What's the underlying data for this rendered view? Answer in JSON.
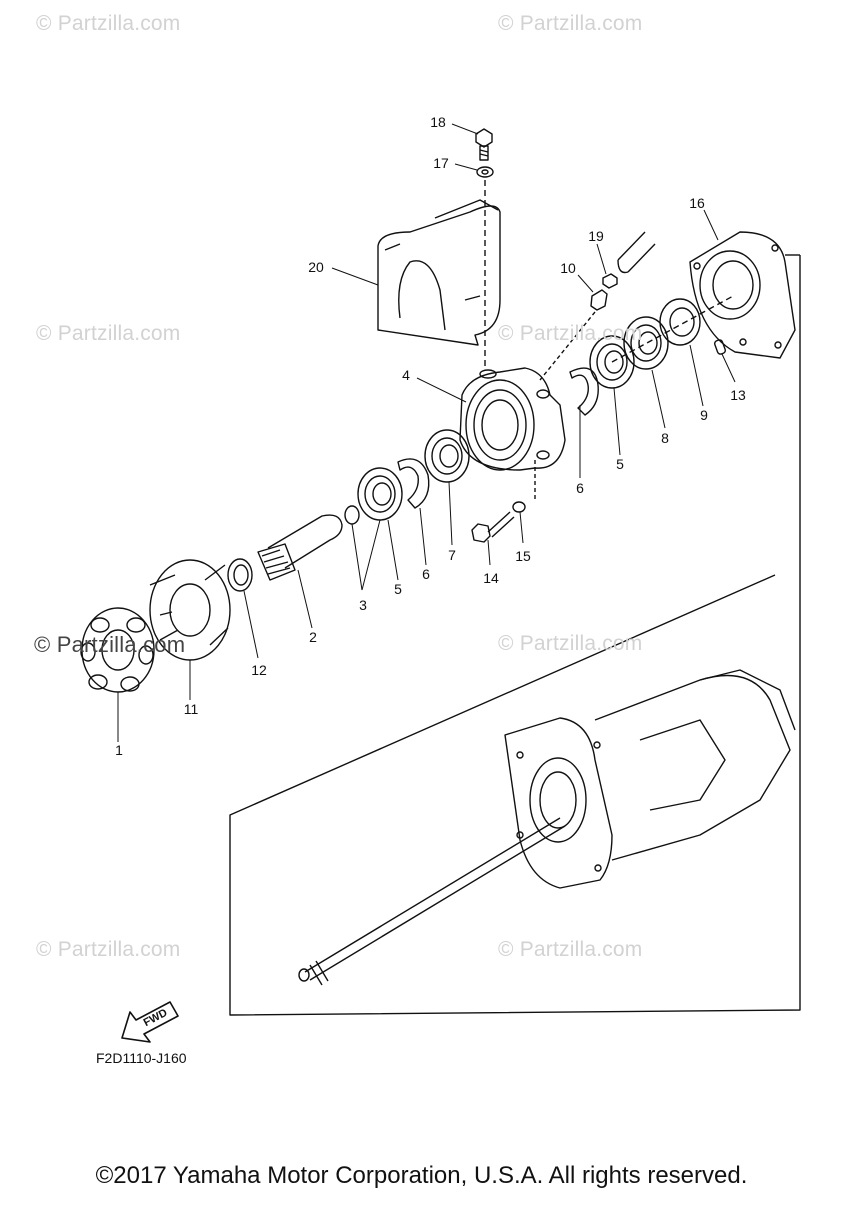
{
  "watermarks": [
    "© Partzilla.com",
    "© Partzilla.com",
    "© Partzilla.com",
    "© Partzilla.com",
    "© Partzilla.com",
    "© Partzilla.com",
    "© Partzilla.com",
    "© Partzilla.com"
  ],
  "watermark_strong": "© Partzilla.com",
  "callouts": [
    "18",
    "17",
    "16",
    "19",
    "20",
    "10",
    "4",
    "13",
    "9",
    "8",
    "5",
    "6",
    "7",
    "15",
    "14",
    "5",
    "6",
    "3",
    "2",
    "12",
    "11",
    "1"
  ],
  "fwd_label": "FWD",
  "diagram_code": "F2D1110-J160",
  "copyright": "©2017 Yamaha Motor Corporation, U.S.A. All rights reserved.",
  "colors": {
    "line": "#111111",
    "watermark": "#d2d2d2"
  }
}
